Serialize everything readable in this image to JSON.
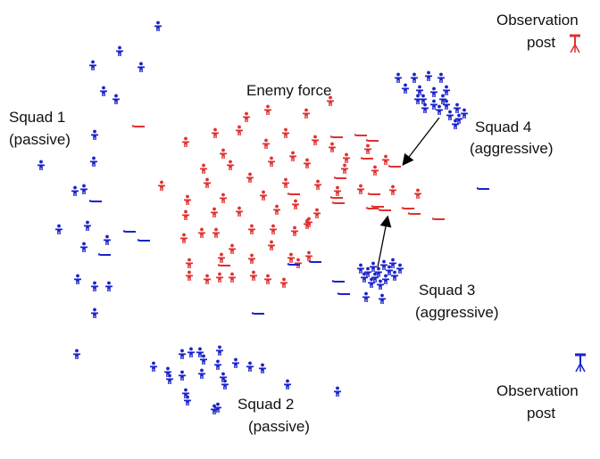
{
  "colors": {
    "enemy": "#e03030",
    "friendly": "#1a22c8",
    "arrow": "#000000",
    "text": "#111111"
  },
  "labels": {
    "enemy_force": "Enemy force",
    "squad1_line1": "Squad 1",
    "squad1_line2": "(passive)",
    "squad2_line1": "Squad 2",
    "squad2_line2": "(passive)",
    "squad3_line1": "Squad 3",
    "squad3_line2": "(aggressive)",
    "squad4_line1": "Squad 4",
    "squad4_line2": "(aggressive)",
    "obs_top_line1": "Observation",
    "obs_top_line2": "post",
    "obs_bottom_line1": "Observation",
    "obs_bottom_line2": "post"
  },
  "icons": {
    "soldier": "person-icon",
    "fallen": "fallen-soldier-icon",
    "observation_post": "tripod-icon"
  }
}
